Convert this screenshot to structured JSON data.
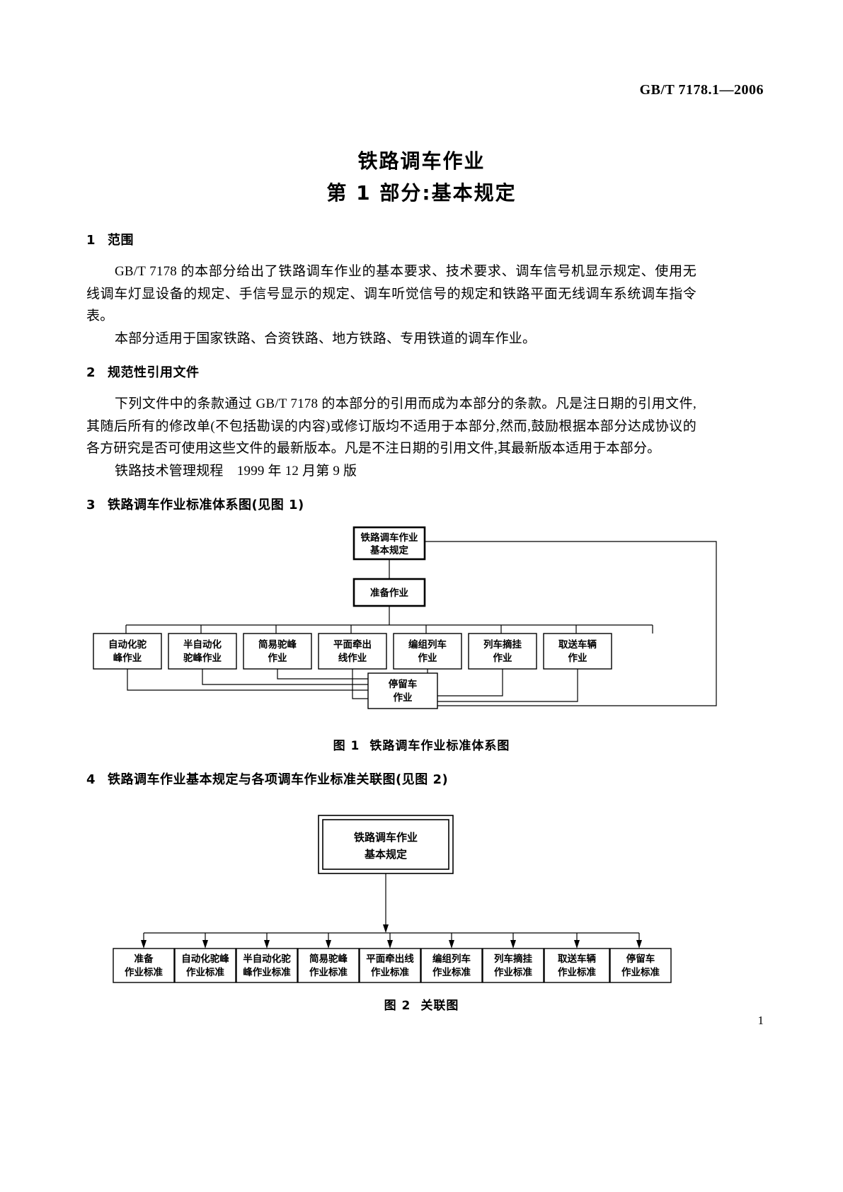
{
  "header": {
    "standard_code": "GB/T 7178.1—2006"
  },
  "title": {
    "line1": "铁路调车作业",
    "line2": "第 1 部分:基本规定"
  },
  "sections": [
    {
      "number": "1",
      "heading": "范围",
      "paragraphs": [
        "GB/T 7178 的本部分给出了铁路调车作业的基本要求、技术要求、调车信号机显示规定、使用无线调车灯显设备的规定、手信号显示的规定、调车听觉信号的规定和铁路平面无线调车系统调车指令表。",
        "本部分适用于国家铁路、合资铁路、地方铁路、专用铁道的调车作业。"
      ]
    },
    {
      "number": "2",
      "heading": "规范性引用文件",
      "paragraphs": [
        "下列文件中的条款通过 GB/T 7178 的本部分的引用而成为本部分的条款。凡是注日期的引用文件,其随后所有的修改单(不包括勘误的内容)或修订版均不适用于本部分,然而,鼓励根据本部分达成协议的各方研究是否可使用这些文件的最新版本。凡是不注日期的引用文件,其最新版本适用于本部分。",
        "铁路技术管理规程　1999 年 12 月第 9 版"
      ]
    },
    {
      "number": "3",
      "heading": "铁路调车作业标准体系图(见图 1)"
    },
    {
      "number": "4",
      "heading": "铁路调车作业基本规定与各项调车作业标准关联图(见图 2)"
    }
  ],
  "figure1": {
    "caption_label": "图 1",
    "caption_text": "铁路调车作业标准体系图",
    "root": {
      "line1": "铁路调车作业",
      "line2": "基本规定"
    },
    "second": {
      "line1": "准备作业"
    },
    "leaves": [
      {
        "line1": "自动化驼",
        "line2": "峰作业"
      },
      {
        "line1": "半自动化",
        "line2": "驼峰作业"
      },
      {
        "line1": "简易驼峰",
        "line2": "作业"
      },
      {
        "line1": "平面牵出",
        "line2": "线作业"
      },
      {
        "line1": "编组列车",
        "line2": "作业"
      },
      {
        "line1": "列车摘挂",
        "line2": "作业"
      },
      {
        "line1": "取送车辆",
        "line2": "作业"
      }
    ],
    "bottom": {
      "line1": "停留车",
      "line2": "作业"
    }
  },
  "figure2": {
    "caption_label": "图 2",
    "caption_text": "关联图",
    "root": {
      "line1": "铁路调车作业",
      "line2": "基本规定"
    },
    "leaves": [
      {
        "line1": "准备",
        "line2": "作业标准"
      },
      {
        "line1": "自动化驼峰",
        "line2": "作业标准"
      },
      {
        "line1": "半自动化驼",
        "line2": "峰作业标准"
      },
      {
        "line1": "简易驼峰",
        "line2": "作业标准"
      },
      {
        "line1": "平面牵出线",
        "line2": "作业标准"
      },
      {
        "line1": "编组列车",
        "line2": "作业标准"
      },
      {
        "line1": "列车摘挂",
        "line2": "作业标准"
      },
      {
        "line1": "取送车辆",
        "line2": "作业标准"
      },
      {
        "line1": "停留车",
        "line2": "作业标准"
      }
    ]
  },
  "page_number": "1"
}
